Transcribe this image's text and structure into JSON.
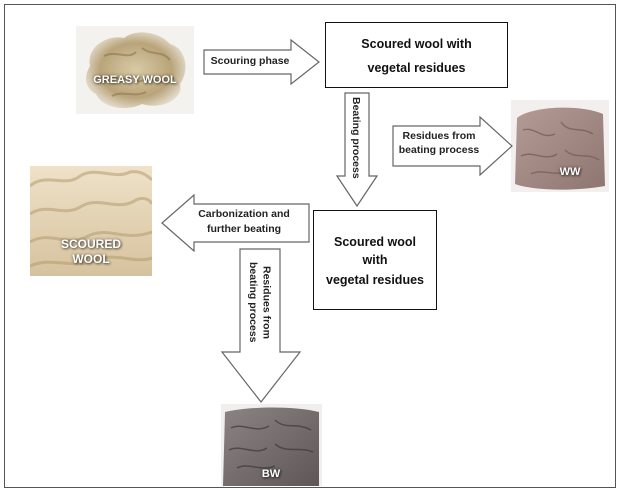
{
  "photos": {
    "greasy_wool": {
      "label": "GREASY WOOL"
    },
    "ww": {
      "label": "WW"
    },
    "scoured_wool": {
      "label_line1": "SCOURED",
      "label_line2": "WOOL"
    },
    "bw": {
      "label": "BW"
    }
  },
  "boxes": {
    "box1": {
      "line1": "Scoured wool  with",
      "line2": "vegetal residues"
    },
    "box2": {
      "line1": "Scoured wool",
      "line2": "with",
      "line3": "vegetal residues"
    }
  },
  "arrows": {
    "scouring": {
      "label": "Scouring phase"
    },
    "beating": {
      "label": "Beating process"
    },
    "residues_ww": {
      "line1": "Residues from",
      "line2": "beating process"
    },
    "carbonization": {
      "line1": "Carbonization and",
      "line2": "further beating"
    },
    "residues_bw": {
      "line1": "Residues from",
      "line2": "beating process"
    }
  }
}
